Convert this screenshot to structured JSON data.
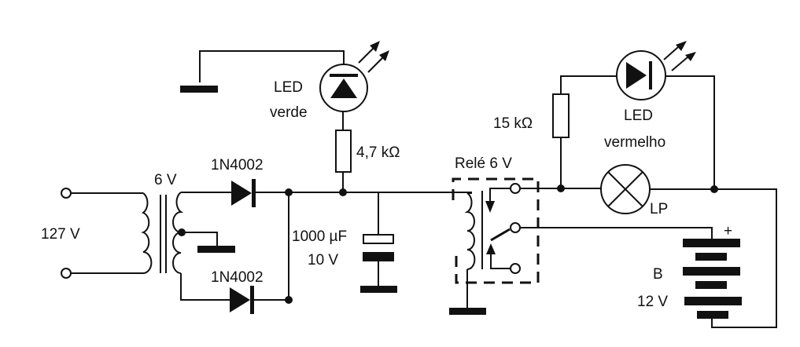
{
  "diagram": {
    "type": "circuit-schematic",
    "labels": {
      "mains_voltage": "127 V",
      "transformer_secondary": "6 V",
      "diode_top": "1N4002",
      "diode_bottom": "1N4002",
      "capacitor_value": "1000 µF",
      "capacitor_voltage": "10 V",
      "led_green_line1": "LED",
      "led_green_line2": "verde",
      "resistor_green": "4,7 kΩ",
      "relay": "Relé 6 V",
      "resistor_red": "15 kΩ",
      "led_red_line1": "LED",
      "led_red_line2": "vermelho",
      "lamp": "LP",
      "battery_name": "B",
      "battery_voltage": "12 V",
      "battery_plus": "+"
    },
    "components": [
      {
        "id": "T1",
        "kind": "transformer",
        "primary": "127 V",
        "secondary": "6 V center-tapped"
      },
      {
        "id": "D1",
        "kind": "diode",
        "part": "1N4002"
      },
      {
        "id": "D2",
        "kind": "diode",
        "part": "1N4002"
      },
      {
        "id": "C1",
        "kind": "electrolytic-capacitor",
        "value": "1000 µF",
        "voltage": "10 V"
      },
      {
        "id": "LED1",
        "kind": "led",
        "color": "verde"
      },
      {
        "id": "R1",
        "kind": "resistor",
        "value": "4,7 kΩ"
      },
      {
        "id": "K1",
        "kind": "relay",
        "value": "Relé 6 V"
      },
      {
        "id": "R2",
        "kind": "resistor",
        "value": "15 kΩ"
      },
      {
        "id": "LED2",
        "kind": "led",
        "color": "vermelho"
      },
      {
        "id": "LP",
        "kind": "lamp",
        "value": "LP"
      },
      {
        "id": "B",
        "kind": "battery",
        "value": "12 V"
      }
    ]
  }
}
